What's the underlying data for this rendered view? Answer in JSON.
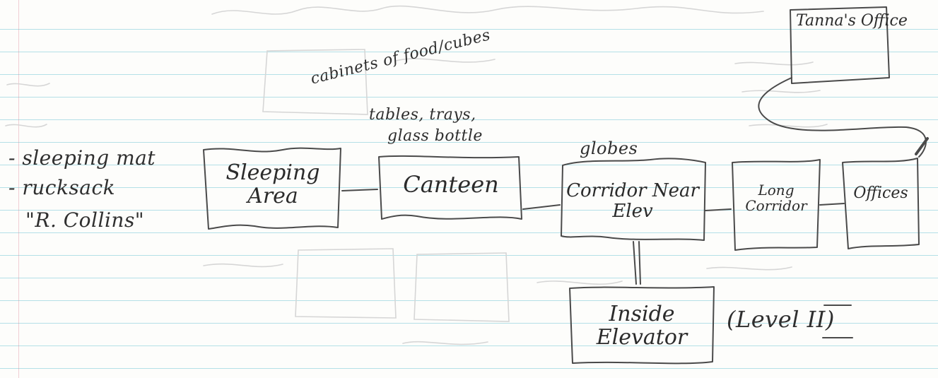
{
  "rooms": {
    "tannas_office": "Tanna's Office",
    "sleeping_area": "Sleeping Area",
    "canteen": "Canteen",
    "corridor": "Corridor Near Elev",
    "long_corridor": "Long Corridor",
    "offices": "Offices",
    "inside_elevator": "Inside Elevator"
  },
  "notes": {
    "sleeping_items": [
      "- sleeping mat",
      "- rucksack",
      "\"R. Collins\""
    ],
    "canteen_items": [
      "cabinets of food/cubes",
      "tables, trays,",
      "glass bottle"
    ],
    "corridor_items": "globes",
    "level": "(Level II)"
  },
  "colors": {
    "paper": "#fdfdfb",
    "rule_line": "#78c8d7",
    "pencil": "#2f2f2f",
    "faint_pencil": "#cfcfcf"
  }
}
